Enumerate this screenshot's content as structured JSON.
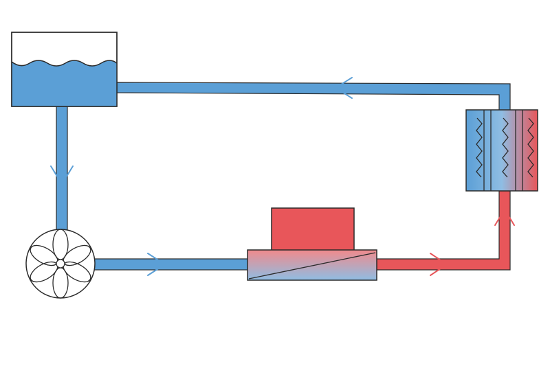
{
  "diagram": {
    "description_labels": [],
    "colors": {
      "cold": "#5b9fd6",
      "cold_light": "#8fbde3",
      "hot": "#e8565a",
      "hot_light": "#f08a8c",
      "outline": "#2a2a2a",
      "background": "#ffffff",
      "water_top": "#ffffff"
    },
    "components": [
      {
        "id": "reservoir",
        "kind": "water-tank"
      },
      {
        "id": "pump",
        "kind": "fan-pump"
      },
      {
        "id": "heat-source",
        "kind": "cold-plate-with-block"
      },
      {
        "id": "radiator",
        "kind": "heat-exchanger"
      }
    ],
    "flow": [
      {
        "from": "reservoir",
        "to": "pump",
        "temperature": "cold"
      },
      {
        "from": "pump",
        "to": "heat-source",
        "temperature": "cold"
      },
      {
        "from": "heat-source",
        "to": "radiator",
        "temperature": "hot"
      },
      {
        "from": "radiator",
        "to": "reservoir",
        "temperature": "cold"
      }
    ]
  }
}
